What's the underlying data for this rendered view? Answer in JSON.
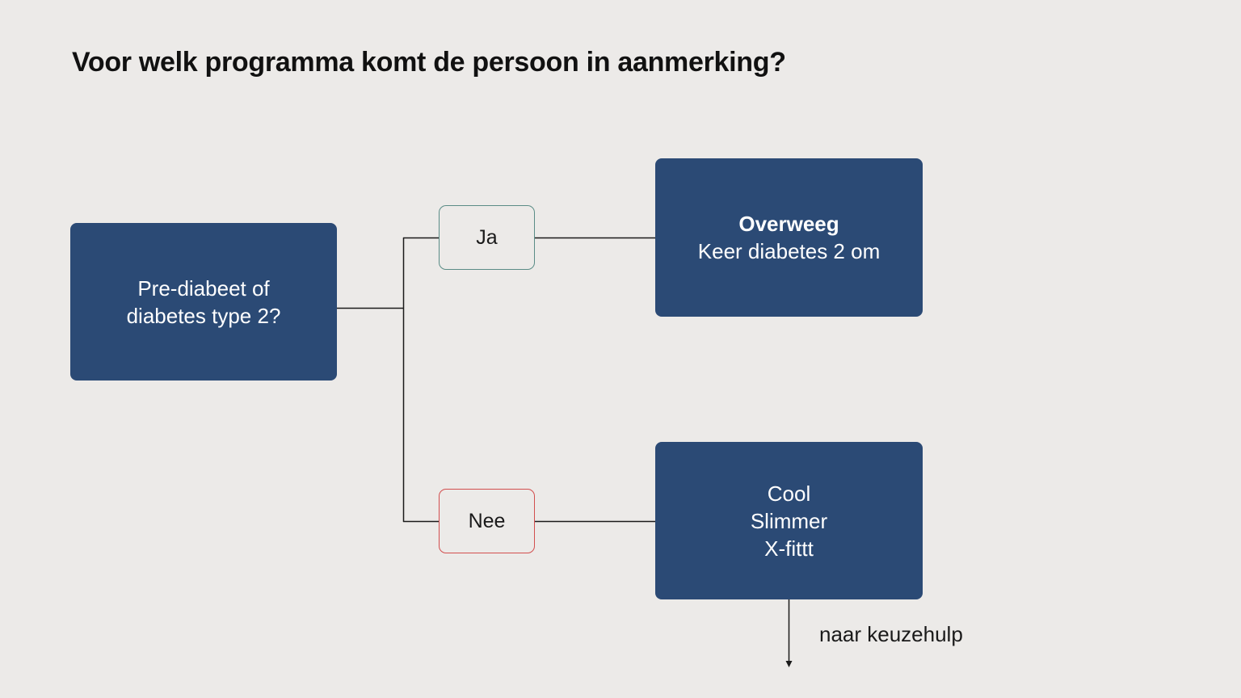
{
  "title": "Voor welk programma komt de persoon in aanmerking?",
  "question": {
    "line1": "Pre-diabeet of",
    "line2": "diabetes type 2?"
  },
  "branches": {
    "yes": {
      "label": "Ja",
      "result_heading": "Overweeg",
      "result_line": "Keer diabetes 2 om",
      "border_color": "#5A8C86"
    },
    "no": {
      "label": "Nee",
      "results": [
        "Cool",
        "Slimmer",
        "X-fittt"
      ],
      "border_color": "#D24E4E"
    }
  },
  "next_step": "naar keuzehulp",
  "colors": {
    "background": "#ECEAE8",
    "box": "#2B4A75",
    "box_text": "#FFFFFF",
    "line": "#1A1A1A"
  }
}
